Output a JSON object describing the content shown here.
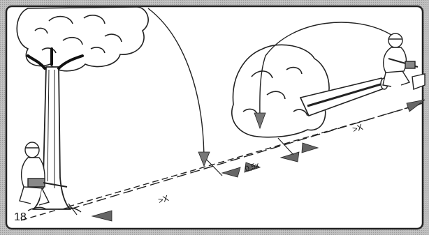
{
  "figure": {
    "number": "18",
    "labels": {
      "dist_near": ">X",
      "dist_mid": "0,5x",
      "dist_far": ">X"
    }
  },
  "colors": {
    "frame_bg": "#b8b8b8",
    "panel_bg": "#ffffff",
    "ink": "#111111",
    "shade": "#777777"
  }
}
